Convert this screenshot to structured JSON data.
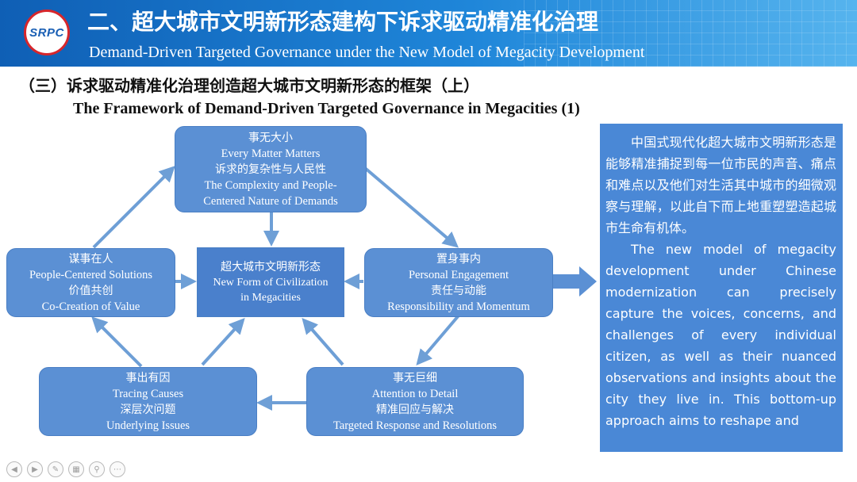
{
  "header": {
    "logo_text": "SRPC",
    "title_cn": "二、超大城市文明新形态建构下诉求驱动精准化治理",
    "title_en": "Demand-Driven Targeted Governance under the New Model of Megacity Development"
  },
  "section": {
    "title_cn": "（三）诉求驱动精准化治理创造超大城市文明新形态的框架（上）",
    "title_en": "The Framework of Demand-Driven Targeted Governance in Megacities (1)"
  },
  "diagram": {
    "top": {
      "line1": "事无大小",
      "line2": "Every Matter Matters",
      "line3": "诉求的复杂性与人民性",
      "line4": "The Complexity and People-",
      "line5": "Centered Nature of Demands"
    },
    "left": {
      "line1": "谋事在人",
      "line2": "People-Centered Solutions",
      "line3": "价值共创",
      "line4": "Co-Creation of Value"
    },
    "center": {
      "line1": "超大城市文明新形态",
      "line2": "New Form of Civilization",
      "line3": "in Megacities"
    },
    "right": {
      "line1": "置身事内",
      "line2": "Personal Engagement",
      "line3": "责任与动能",
      "line4": "Responsibility and Momentum"
    },
    "bottom_left": {
      "line1": "事出有因",
      "line2": "Tracing Causes",
      "line3": "深层次问题",
      "line4": "Underlying Issues"
    },
    "bottom_right": {
      "line1": "事无巨细",
      "line2": "Attention to Detail",
      "line3": "精准回应与解决",
      "line4": "Targeted Response and Resolutions"
    }
  },
  "panel": {
    "text_cn": "中国式现代化超大城市文明新形态是能够精准捕捉到每一位市民的声音、痛点和难点以及他们对生活其中城市的细微观察与理解，以此自下而上地重塑塑造起城市生命有机体。",
    "text_en": "The new model of megacity development under Chinese modernization can precisely capture the voices, concerns, and challenges of every individual citizen, as well as their nuanced observations and insights about the city they live in. This bottom-up approach aims to reshape and"
  },
  "icons": [
    "prev-icon",
    "next-icon",
    "pen-icon",
    "slides-icon",
    "zoom-icon",
    "more-icon"
  ],
  "colors": {
    "banner": "#1f86d9",
    "node": "#5b90d4",
    "arrow": "#6e9fd6",
    "panel": "#4a88d6"
  }
}
